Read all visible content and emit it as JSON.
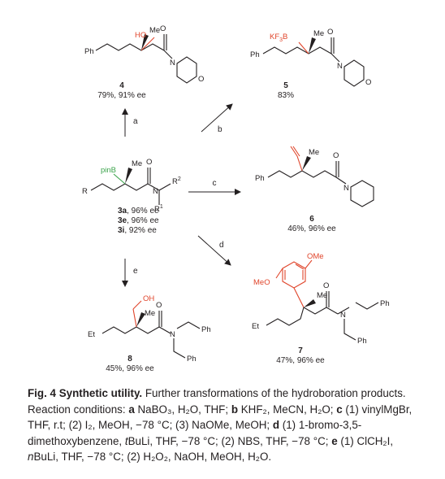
{
  "compounds": {
    "c4": {
      "number": "4",
      "yield": "79%, 91% ee"
    },
    "c5": {
      "number": "5",
      "yield": "83%"
    },
    "c6": {
      "number": "6",
      "yield": "46%, 96% ee"
    },
    "c7": {
      "number": "7",
      "yield": "47%, 96% ee"
    },
    "c8": {
      "number": "8",
      "yield": "45%, 96% ee"
    },
    "start": {
      "lines": [
        {
          "num": "3a",
          "rest": ", 96% ee"
        },
        {
          "num": "3e",
          "rest": ", 96% ee"
        },
        {
          "num": "3i",
          "rest": ", 92% ee"
        }
      ]
    }
  },
  "arrows": {
    "a": "a",
    "b": "b",
    "c": "c",
    "d": "d",
    "e": "e"
  },
  "atoms": {
    "ho": "HO",
    "me": "Me",
    "o": "O",
    "n": "N",
    "ph": "Ph",
    "pinb": "pinB",
    "r": "R",
    "r1": "R",
    "r1sup": "1",
    "r2": "R",
    "r2sup": "2",
    "kf3b": "KF",
    "kf3b_sub": "3",
    "kf3b_b": "B",
    "ome": "OMe",
    "meo": "MeO",
    "oh": "OH"
  },
  "caption": {
    "title": "Fig. 4 Synthetic utility.",
    "text": " Further transformations of the hydroboration products. Reaction conditions: ",
    "cond_a_label": "a",
    "cond_a": " NaBO₃, H₂O, THF; ",
    "cond_b_label": "b",
    "cond_b": " KHF₂, MeCN, H₂O; ",
    "cond_c_label": "c",
    "cond_c": " (1) vinylMgBr, THF, r.t; (2) I₂, MeOH, −78 °C; (3) NaOMe, MeOH; ",
    "cond_d_label": "d",
    "cond_d": " (1) 1-bromo-3,5-dimethoxybenzene, ",
    "cond_d_tbuli": "t",
    "cond_d2": "BuLi, THF, −78 °C; (2) NBS, THF, −78 °C; ",
    "cond_e_label": "e",
    "cond_e": " (1) ClCH₂I, ",
    "cond_e_n": "n",
    "cond_e2": "BuLi, THF, −78 °C; (2) H₂O₂, NaOH, MeOH, H₂O."
  }
}
